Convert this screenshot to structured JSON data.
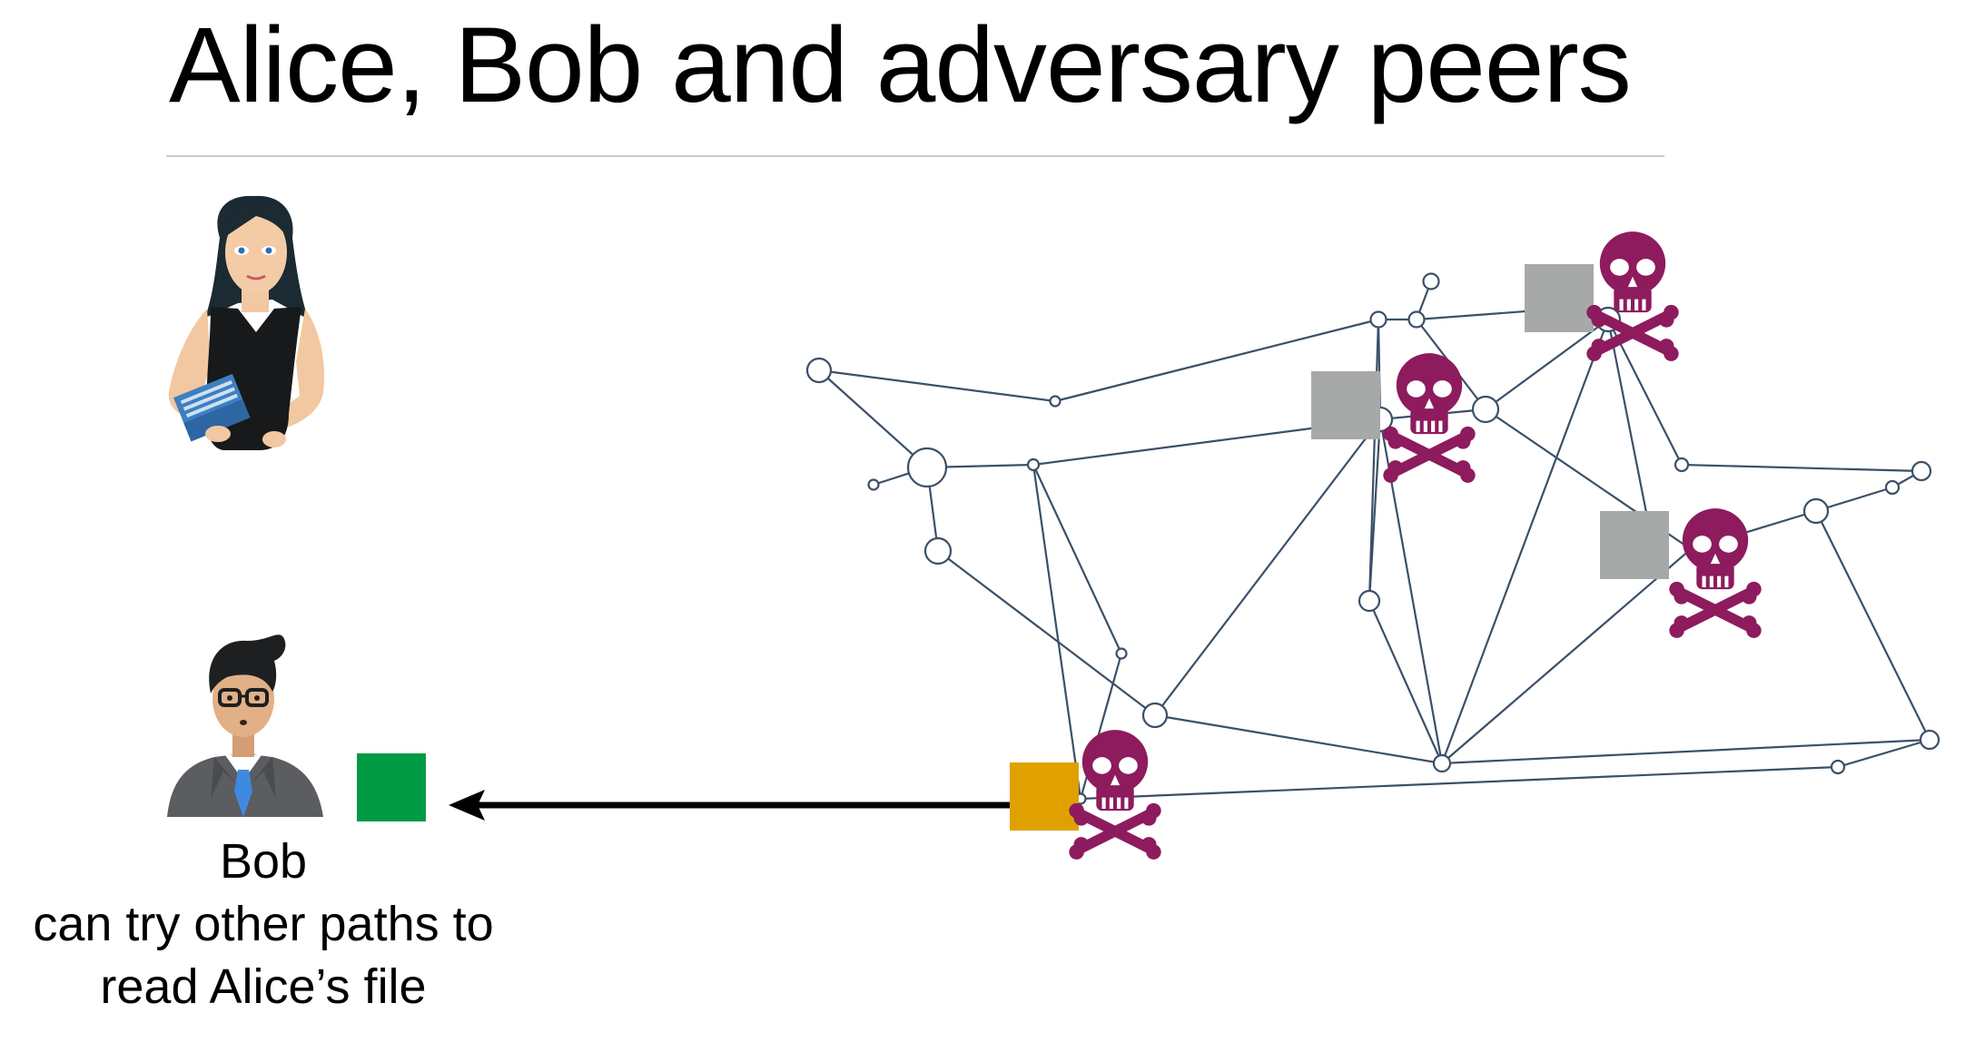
{
  "title": "Alice, Bob and adversary peers",
  "bob_caption": {
    "name": "Bob",
    "line1": "can try other paths to",
    "line2": "read Alice’s file"
  },
  "colors": {
    "edge": "#3b5068",
    "adversary": "#8e1b5d",
    "adversary_file_block": "#a7a9a8",
    "source_file_block": "#e0a100",
    "bob_file_block": "#009a44",
    "arrow": "#000000",
    "rule": "#c8c8c8"
  },
  "icons": [
    "alice-avatar-icon",
    "bob-avatar-icon",
    "skull-crossbones-icon",
    "file-block-icon",
    "arrow-left-icon"
  ]
}
